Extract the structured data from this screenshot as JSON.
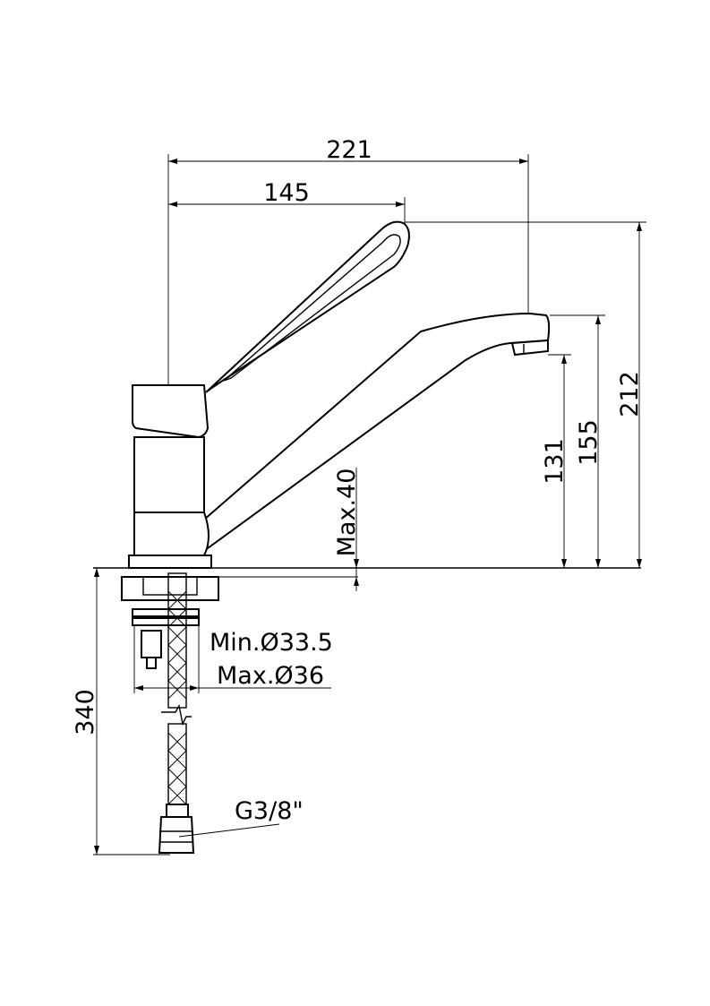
{
  "dimensions": {
    "total_reach": "221",
    "handle_reach": "145",
    "total_height": "212",
    "spout_top_height": "155",
    "spout_outlet_height": "131",
    "max_deck_thickness": "Max.40",
    "total_depth": "340",
    "hole_min": "Min.Ø33.5",
    "hole_max": "Max.Ø36",
    "connection_thread": "G3/8\""
  }
}
